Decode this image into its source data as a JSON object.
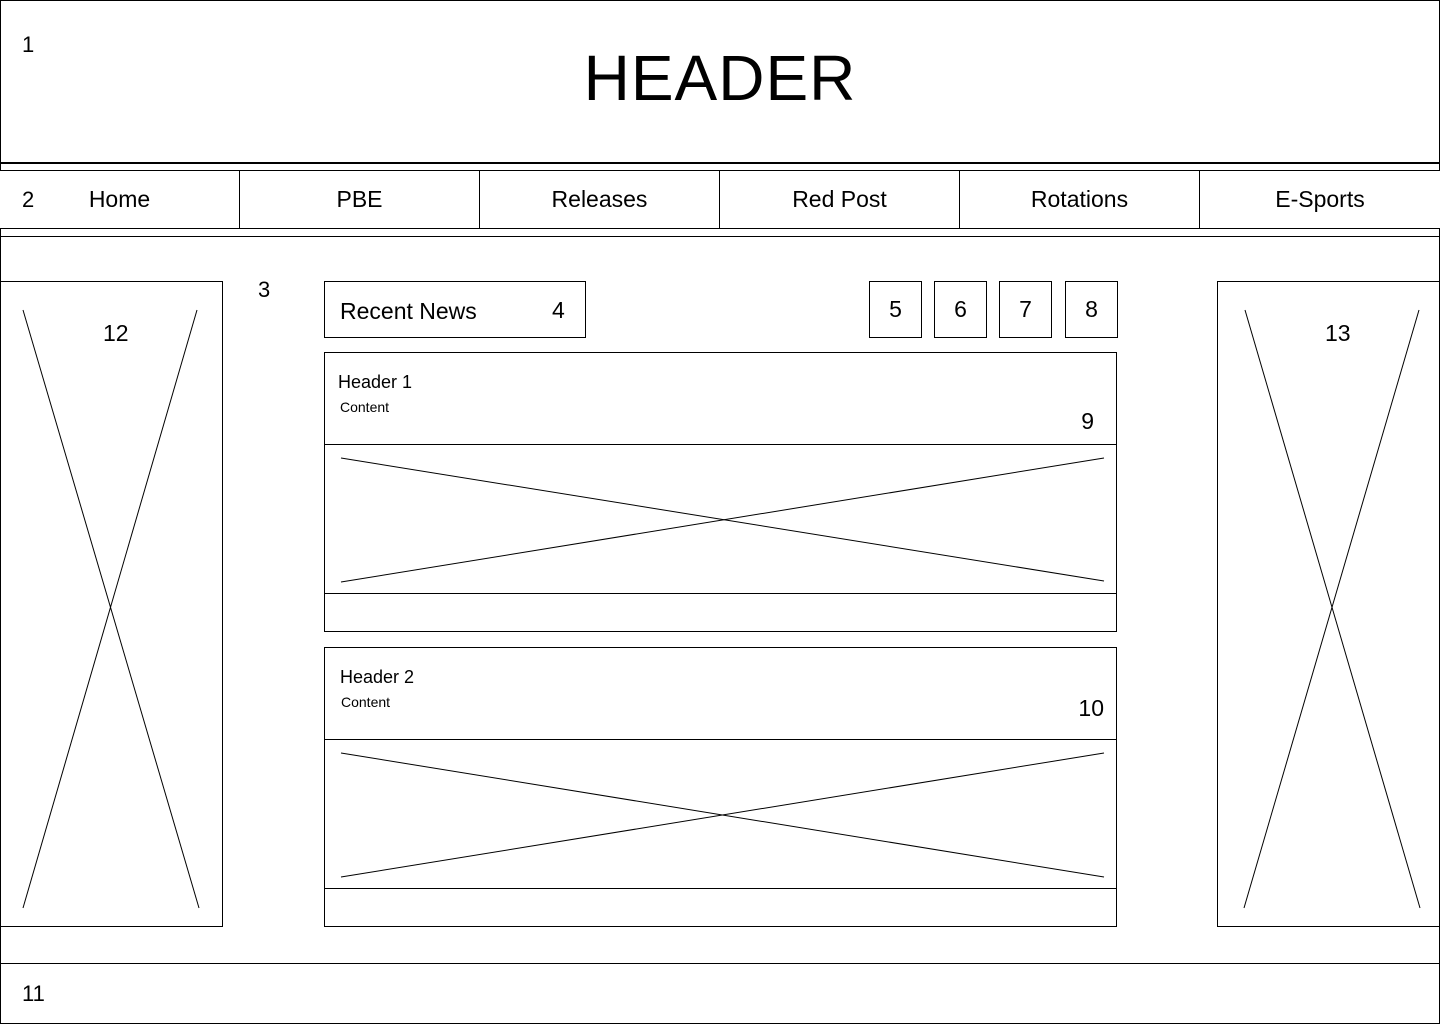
{
  "header": {
    "title": "HEADER",
    "marker": "1"
  },
  "nav": {
    "marker": "2",
    "items": [
      "Home",
      "PBE",
      "Releases",
      "Red Post",
      "Rotations",
      "E-Sports"
    ]
  },
  "main": {
    "marker": "3",
    "recent_news": {
      "label": "Recent News",
      "marker": "4"
    },
    "pager": [
      "5",
      "6",
      "7",
      "8"
    ],
    "cards": [
      {
        "title": "Header 1",
        "content": "Content",
        "marker": "9"
      },
      {
        "title": "Header 2",
        "content": "Content",
        "marker": "10"
      }
    ]
  },
  "left_ad": {
    "marker": "12"
  },
  "right_ad": {
    "marker": "13"
  },
  "footer": {
    "marker": "11"
  }
}
